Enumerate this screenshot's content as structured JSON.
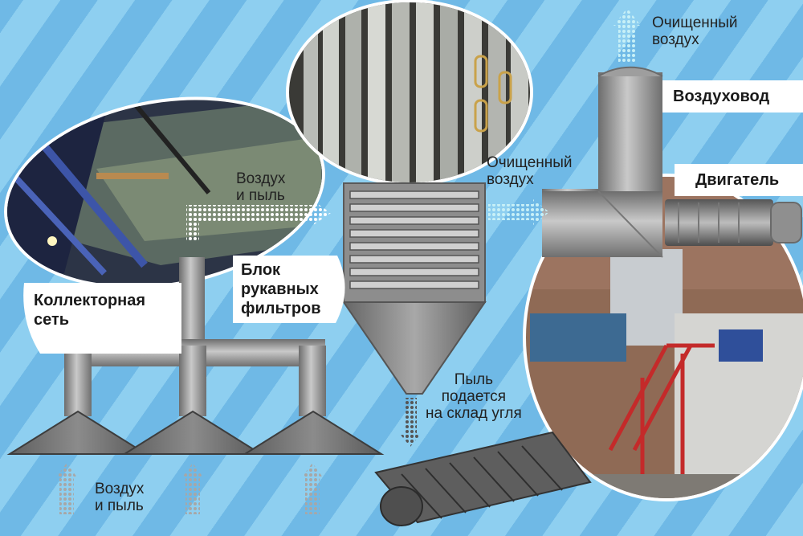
{
  "labels": {
    "clean_air_top": "Очищенный\nвоздух",
    "duct": "Воздуховод",
    "air_dust_mid": "Воздух\nи пыль",
    "clean_air_mid": "Очищенный\nвоздух",
    "motor": "Двигатель",
    "filter_block": "Блок\nрукавных\nфильтров",
    "collector": "Коллекторная\nсеть",
    "dust_to_storage": "Пыль\nподается\nна склад угля",
    "air_dust_bottom": "Воздух\nи пыль"
  },
  "photos": {
    "collector_photo": "collector-interior-photo",
    "filter_photo": "filter-sleeves-photo",
    "plant_photo": "plant-exterior-photo"
  },
  "colors": {
    "background_stripe_a": "#8ecff0",
    "background_stripe_b": "#6fb9e6",
    "equipment_gray": "#9a9a9a",
    "label_bg": "#ffffff",
    "arrow_gray": "#b5b5b5",
    "arrow_cyan": "#bfe9f3"
  }
}
